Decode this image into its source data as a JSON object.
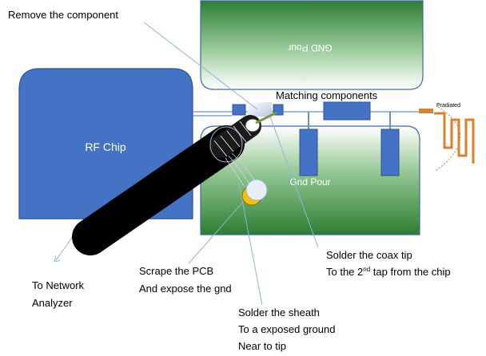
{
  "labels": {
    "remove_component": "Remove the component",
    "gnd_pour_top": "GND Pour",
    "matching_components": "Matching components",
    "radiated": "Pradiated",
    "rf_chip": "RF  Chip",
    "gnd_pour_bottom": "Gnd Pour",
    "scrape_line1": "Scrape the PCB",
    "scrape_line2": "And expose the gnd",
    "coax_line1": "Solder the coax tip",
    "coax_line2_pre": "To the 2",
    "coax_line2_sup": "nd",
    "coax_line2_post": " tap from the chip",
    "sheath_line1": "Solder the sheath",
    "sheath_line2": "To a exposed ground",
    "sheath_line3": "Near to tip",
    "network_line1": "To Network",
    "network_line2": "Analyzer"
  },
  "colors": {
    "chip_blue": "#4472c4",
    "chip_border": "#2f528f",
    "gnd_green_dark": "#2e7d32",
    "gnd_green_light": "#ffffff",
    "trace": "#6f8fb8",
    "antenna": "#d9822b",
    "cable": "#000000",
    "solder": "#f2c200",
    "leader": "#8fb3d9"
  },
  "icons": {
    "arrow": "arrow-down-left-icon",
    "antenna": "meander-antenna-icon"
  }
}
